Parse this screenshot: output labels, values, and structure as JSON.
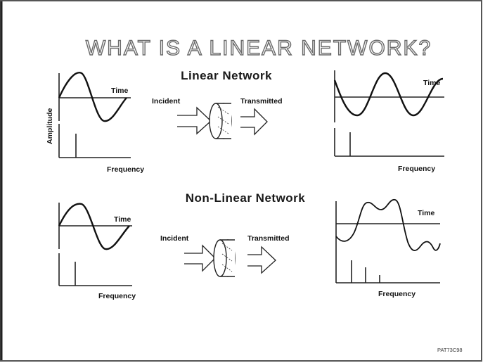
{
  "title": "WHAT IS A LINEAR NETWORK?",
  "linear_section": {
    "heading": "Linear Network",
    "input_time_label": "Time",
    "input_amplitude_label": "Amplitude",
    "input_frequency_label": "Frequency",
    "incident_label": "Incident",
    "transmitted_label": "Transmitted",
    "output_time_label": "Time",
    "output_frequency_label": "Frequency"
  },
  "nonlinear_section": {
    "heading": "Non-Linear Network",
    "input_time_label": "Time",
    "input_frequency_label": "Frequency",
    "incident_label": "Incident",
    "transmitted_label": "Transmitted",
    "output_time_label": "Time",
    "output_frequency_label": "Frequency"
  },
  "footer_code": "PAT73C98",
  "colors": {
    "ink": "#111111",
    "title_outline": "#6a6a6a",
    "background": "#ffffff"
  }
}
